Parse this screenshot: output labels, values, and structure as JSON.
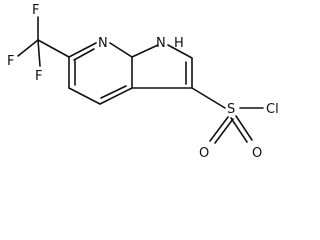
{
  "molecule": {
    "atoms": {
      "f_top": "F",
      "f_left": "F",
      "f_bottom": "F",
      "n_pyridine": "N",
      "n_h": "H",
      "n_pyrrole": "N",
      "s": "S",
      "cl": "Cl",
      "o_left": "O",
      "o_right": "O"
    }
  }
}
